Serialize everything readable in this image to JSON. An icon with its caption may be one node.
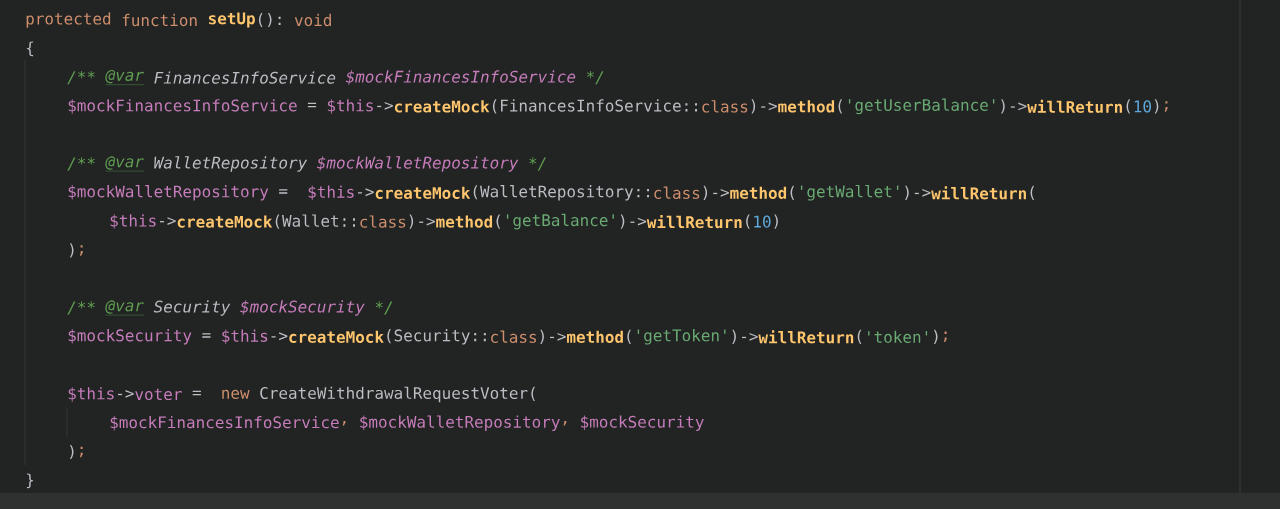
{
  "diagram": {
    "labels": [
      "protected",
      "function",
      "setUp",
      "():",
      "void",
      "{",
      "/**",
      "@var",
      "FinancesInfoService",
      "$mockFinancesInfoService",
      "*/",
      "$mockFinancesInfoService",
      "=",
      "$this",
      "->",
      "createMock",
      "(FinancesInfoService::",
      "class",
      ")->",
      "method",
      "(",
      "'getUserBalance'",
      ")->",
      "willReturn",
      "(",
      "10",
      ")",
      ";",
      "/**",
      "@var",
      "WalletRepository",
      "$mockWalletRepository",
      "*/",
      "$mockWalletRepository",
      "=",
      "$this",
      "->",
      "createMock",
      "(WalletRepository::",
      "class",
      ")->",
      "method",
      "(",
      "'getWallet'",
      ")->",
      "willReturn",
      "(",
      "$this",
      "->",
      "createMock",
      "(Wallet::",
      "class",
      ")->",
      "method",
      "(",
      "'getBalance'",
      ")->",
      "willReturn",
      "(",
      "10",
      ")",
      ")",
      ";",
      "/**",
      "@var",
      "Security",
      "$mockSecurity",
      "*/",
      "$mockSecurity",
      "=",
      "$this",
      "->",
      "createMock",
      "(Security::",
      "class",
      ")->",
      "method",
      "(",
      "'getToken'",
      ")->",
      "willReturn",
      "(",
      "'token'",
      ")",
      ";",
      "$this",
      "->",
      "voter",
      "=",
      "new",
      "CreateWithdrawalRequestVoter(",
      "$mockFinancesInfoService",
      ",",
      "$mockWalletRepository",
      ",",
      "$mockSecurity",
      ")",
      ";",
      "}"
    ]
  }
}
